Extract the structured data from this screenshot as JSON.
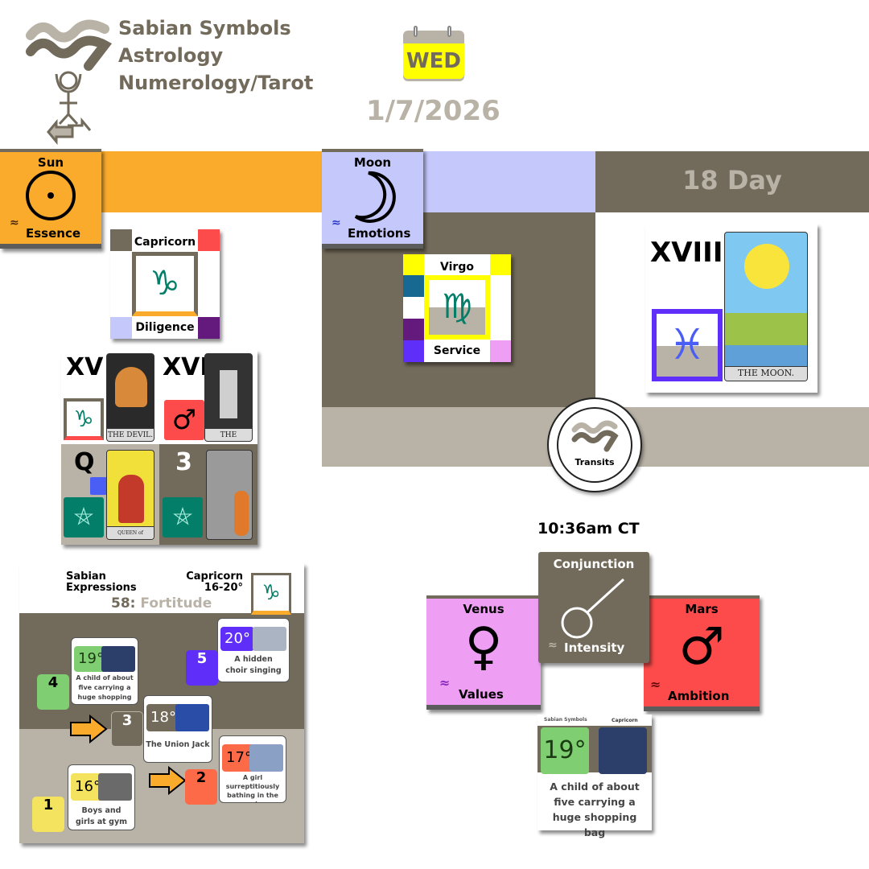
{
  "header": {
    "brand_lines": [
      "Sabian Symbols",
      "Astrology",
      "Numerology/Tarot"
    ],
    "weekday": "WED",
    "date": "1/7/2026"
  },
  "colors": {
    "brown": "#726a5a",
    "taupe": "#b9b2a6",
    "orange": "#fbab2b",
    "lavender": "#c4c8fb",
    "yellow": "#ffff00",
    "pink": "#ee9ff4",
    "red": "#fd4b4b",
    "green": "#037e69",
    "blue": "#5f2ef8"
  },
  "sun": {
    "title": "Sun",
    "keyword": "Essence",
    "icon": "sun-icon"
  },
  "moon": {
    "title": "Moon",
    "keyword": "Emotions",
    "icon": "moon-icon"
  },
  "day_number": {
    "label": "18 Day"
  },
  "sun_sign": {
    "sign": "Capricorn",
    "keyword": "Diligence",
    "icon": "capricorn-icon"
  },
  "moon_sign": {
    "sign": "Virgo",
    "keyword": "Service",
    "icon": "virgo-icon"
  },
  "day_tarot": {
    "numeral": "XVIII",
    "card": "THE MOON.",
    "sign_icon": "pisces-icon"
  },
  "sun_tarot": [
    {
      "numeral": "XV",
      "card": "THE DEVIL.",
      "icon": "capricorn-icon"
    },
    {
      "numeral": "XVI",
      "card": "THE TOWER.",
      "icon": "mars-icon"
    },
    {
      "numeral": "Q",
      "card": "QUEEN of PENTACLES",
      "icon": "pentacle-icon"
    },
    {
      "numeral": "3",
      "card": "",
      "icon": "pentacle-icon"
    }
  ],
  "expressions": {
    "title_lines": [
      "Sabian",
      "Expressions"
    ],
    "sign": "Capricorn",
    "range": "16-20°",
    "number": "58:",
    "theme": "Fortitude",
    "cards": [
      {
        "degree": "16°",
        "text": "Boys and girls at gym",
        "step": "1",
        "color": "#f4e35e"
      },
      {
        "degree": "17°",
        "text": "A girl surreptitiously bathing in the nude",
        "step": "2",
        "color": "#fd6a48"
      },
      {
        "degree": "18°",
        "text": "The Union Jack",
        "step": "3",
        "color": "#726a5a"
      },
      {
        "degree": "19°",
        "text": "A child of about five carrying a huge shopping bag",
        "step": "4",
        "color": "#7fce71"
      },
      {
        "degree": "20°",
        "text": "A hidden choir singing",
        "step": "5",
        "color": "#5f2ef8"
      }
    ],
    "mini_header_left": "Sabian Symbols",
    "mini_header_right": "Capricorn"
  },
  "transits": {
    "label": "Transits",
    "time": "10:36am CT",
    "aspect": {
      "title": "Conjunction",
      "keyword": "Intensity"
    },
    "planet1": {
      "title": "Venus",
      "keyword": "Values"
    },
    "planet2": {
      "title": "Mars",
      "keyword": "Ambition"
    },
    "card": {
      "header_left": "Sabian Symbols",
      "header_right": "Capricorn",
      "degree": "19°",
      "text": "A child of about five carrying a huge shopping bag"
    }
  }
}
